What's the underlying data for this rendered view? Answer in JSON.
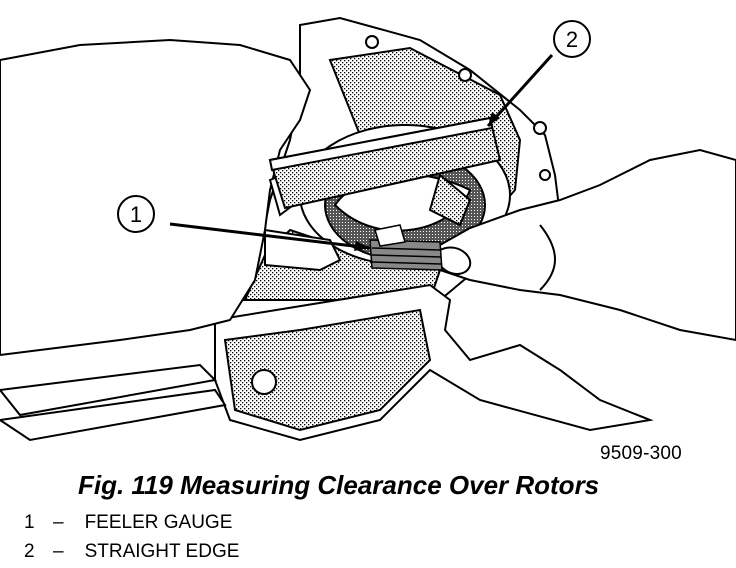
{
  "figure": {
    "number": "9509-300",
    "caption": "Fig. 119 Measuring Clearance Over Rotors"
  },
  "callouts": [
    {
      "id": "1",
      "label": "FEELER GAUGE"
    },
    {
      "id": "2",
      "label": "STRAIGHT EDGE"
    }
  ],
  "legend_separator": "–"
}
